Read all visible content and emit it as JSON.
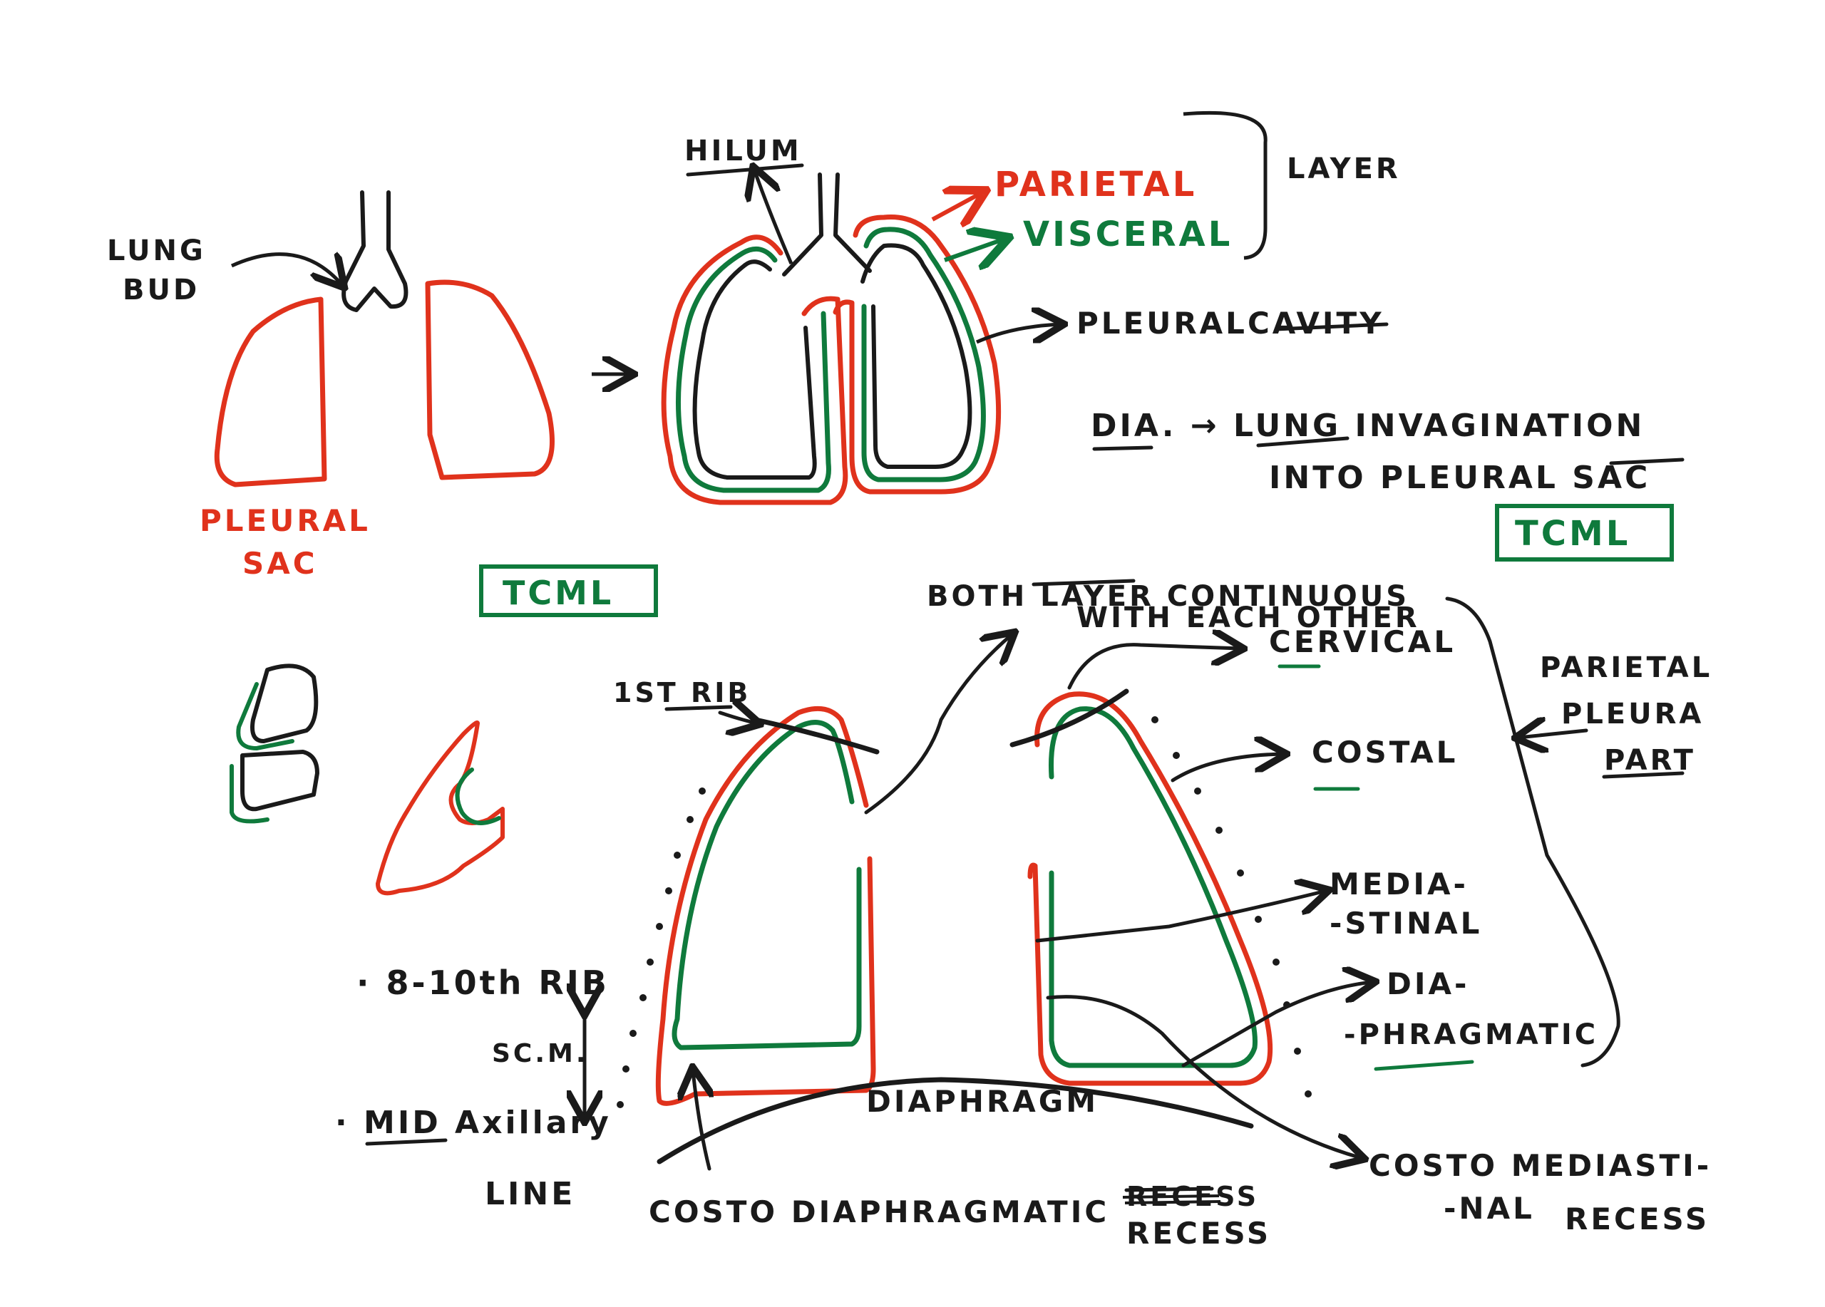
{
  "colors": {
    "ink": "#1a1a1a",
    "parietal": "#e0321c",
    "visceral": "#0f7a3c"
  },
  "labels": {
    "lung_bud_1": "LUNG",
    "lung_bud_2": "BUD",
    "pleural_sac_1": "PLEURAL",
    "pleural_sac_2": "SAC",
    "hilum": "HILUM",
    "parietal": "PARIETAL",
    "visceral": "VISCERAL",
    "layer": "LAYER",
    "pleural_cavity": "PLEURALCAVITY",
    "dia_line_1": "DIA. → LUNG INVAGINATION",
    "dia_line_2": "INTO PLEURAL SAC",
    "tcml_1": "TCML",
    "tcml_2": "TCML",
    "both_layer_1": "BOTH LAYER CONTINUOUS",
    "both_layer_2": "WITH EACH OTHER",
    "first_rib": "1ST RIB",
    "cervical": "CERVICAL",
    "costal": "COSTAL",
    "mediastinal_1": "MEDIA-",
    "mediastinal_2": "-STINAL",
    "diaphragmatic_1": "DIA-",
    "diaphragmatic_2": "-PHRAGMATIC",
    "parietal_pleura_1": "PARIETAL",
    "parietal_pleura_2": "PLEURA",
    "parietal_pleura_3": "PART",
    "rib_8_10": "· 8-10th RIB",
    "scm": "SC.M.",
    "mid_axillary_1": "· MID Axillary",
    "mid_axillary_2": "LINE",
    "diaphragm": "DIAPHRAGM",
    "costo_diaphragmatic": "COSTO DIAPHRAGMATIC",
    "recess_struck": "RECESS",
    "recess_1": "RECESS",
    "costo_mediastinal_1": "COSTO MEDIASTI-",
    "costo_mediastinal_2": "-NAL",
    "recess_2": "RECESS"
  }
}
